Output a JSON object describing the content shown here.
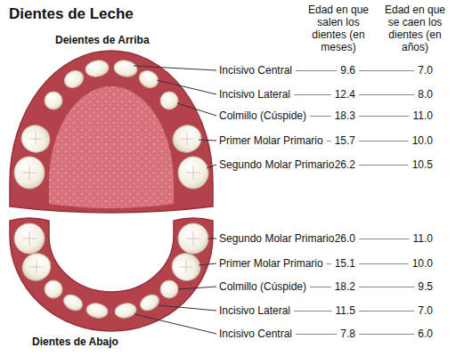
{
  "diagram": {
    "title": "Dientes de Leche",
    "labels": [
      "Deientes de Arriba",
      "Edad en que salen los dientes (en meses)",
      "Edad en que se caen los dientes (en años)",
      "Incisivo Central",
      "9.6",
      "7.0",
      "Incisivo Lateral",
      "12.4",
      "8.0",
      "Colmillo (Cúspide)",
      "18.3",
      "11.0",
      "Primer Molar Primario",
      "15.7",
      "10.0",
      "Segundo Molar Primario",
      "26.2",
      "10.5",
      "Segundo Molar Primario",
      "26.0",
      "11.0",
      "Primer Molar Primario",
      "15.1",
      "10.0",
      "Colmillo (Cúspide)",
      "18.2",
      "9.5",
      "Incisivo Lateral",
      "11.5",
      "7.0",
      "Incisivo Central",
      "7.8",
      "6.0",
      "Dientes de Abajo"
    ]
  }
}
